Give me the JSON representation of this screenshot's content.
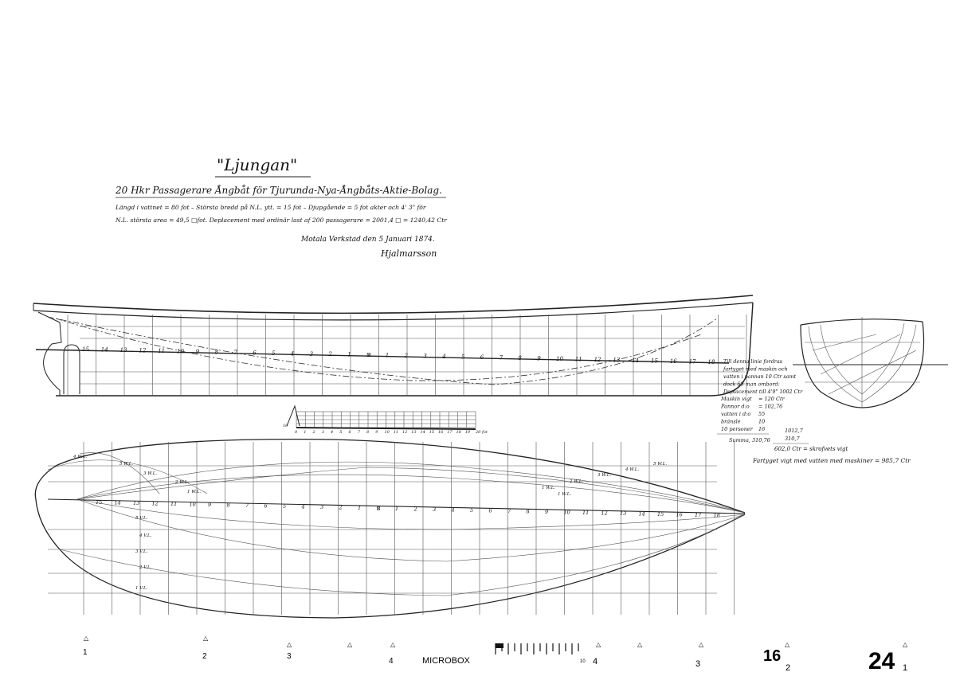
{
  "title_block": {
    "name": "\"Ljungan\"",
    "subtitle": "20 Hkr Passagerare Ångbåt för Tjurunda-Nya-Ångbåts-Aktie-Bolag.",
    "spec_line_1": "Längd i vattnet = 80 fot – Största bredd på N.L. ytt. = 15 fot – Djupgående = 5 fot akter och 4' 3\" för",
    "spec_line_2": "N.L. största area = 49,5 □fot. Deplacement med ordinär last af 200 passagerare = 2001,4 □ = 1240,42 Ctr",
    "place_date": "Motala Verkstad den 5 Januari 1874.",
    "signature": "Hjalmarsson"
  },
  "notes": {
    "lines": [
      "Till denna linie fordras",
      "fartyget med maskin och",
      "vatten i pannan 10 Ctr samt",
      "dock 68 man ombord:",
      "Deplacement till 4'9\" 1002 Ctr"
    ],
    "weights": [
      {
        "label": "Maskin vigt",
        "value": "= 120 Ctr"
      },
      {
        "label": "Pannor d:o",
        "value": "= 102,76"
      },
      {
        "label": "vatten i d:o",
        "value": "55"
      },
      {
        "label": "bränsle",
        "value": "10"
      },
      {
        "label": "10 personer",
        "value": "16"
      }
    ],
    "sum": "Summa, 310,76",
    "calc_1": "1012,7",
    "calc_2": "310,7",
    "calc_3": "602,0 Ctr = skrofvets vigt",
    "calc_4": "Fartyget vigt med vatten med maskiner = 985,7 Ctr"
  },
  "profile_stations": [
    "15",
    "14",
    "13",
    "12",
    "11",
    "10",
    "9",
    "8",
    "7",
    "6",
    "5",
    "4",
    "3",
    "2",
    "1",
    "⊠",
    "1",
    "2",
    "3",
    "4",
    "5",
    "6",
    "7",
    "8",
    "9",
    "10",
    "11",
    "12",
    "13",
    "14",
    "15",
    "16",
    "17",
    "18"
  ],
  "plan_stations": [
    "15",
    "14",
    "13",
    "12",
    "11",
    "10",
    "9",
    "8",
    "7",
    "6",
    "5",
    "4",
    "3",
    "2",
    "1",
    "⊠",
    "1",
    "2",
    "3",
    "4",
    "5",
    "6",
    "7",
    "8",
    "9",
    "10",
    "11",
    "12",
    "13",
    "14",
    "15",
    "16",
    "17",
    "18"
  ],
  "plan_labels": [
    "4 W.L.",
    "5 W.L.",
    "3 W.L.",
    "2 W.L.",
    "1 W.L.",
    "1 W.L.",
    "2 W.L.",
    "3 W.L.",
    "4 W.L.",
    "5 W.L.",
    "1 W.L.",
    "5 V.L.",
    "4 V.L.",
    "3 V.L.",
    "2 V.L.",
    "1 V.L."
  ],
  "scale_bar": {
    "ticks": [
      "10",
      "0",
      "1",
      "2",
      "3",
      "4",
      "5",
      "6",
      "7",
      "8",
      "9",
      "10",
      "11",
      "12",
      "13",
      "14",
      "15",
      "16",
      "17",
      "18",
      "19"
    ],
    "unit": "20 fot"
  },
  "microfilm_strip": {
    "marks": [
      "1",
      "2",
      "3",
      "4"
    ],
    "brand": "MICROBOX",
    "mark_right": [
      "10",
      "4",
      "3"
    ],
    "frame_a": "16",
    "frame_a_sub": "2",
    "frame_b": "24",
    "frame_b_sub": "1"
  }
}
